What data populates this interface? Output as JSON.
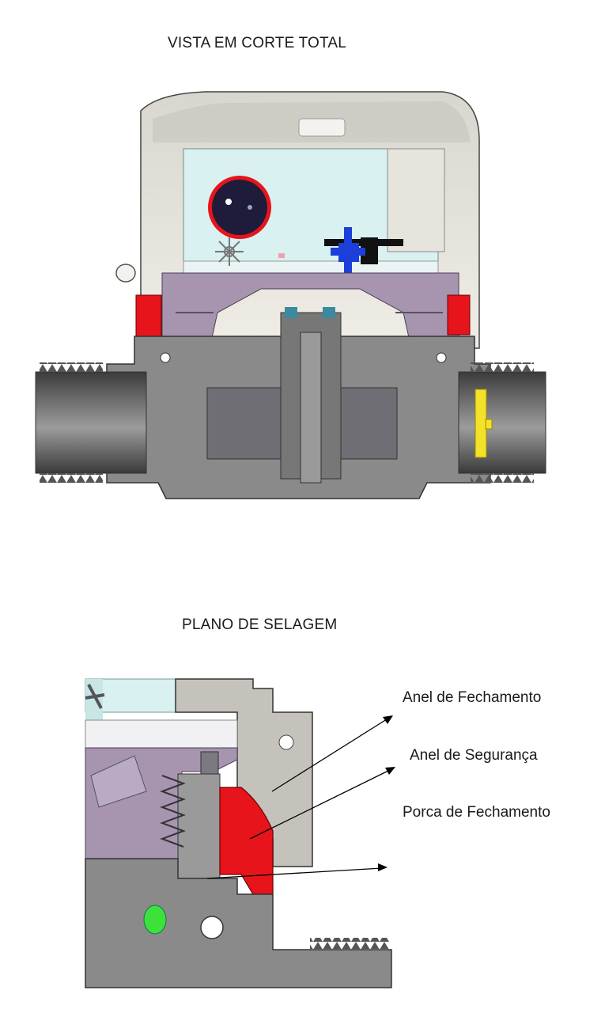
{
  "section_full_cut": {
    "title": "VISTA EM CORTE TOTAL"
  },
  "section_seal": {
    "title": "PLANO DE SELAGEM",
    "callouts": [
      "Anel de Fechamento",
      "Anel de Segurança",
      "Porca de Fechamento"
    ]
  },
  "colors": {
    "body_gray": "#8a8a8a",
    "dark_gray": "#5e5e5e",
    "cover": "#e7e5dd",
    "cover_shade": "#c9c7bf",
    "cyan_chamber": "#d9f1f0",
    "purple": "#a795b0",
    "ring_red": "#e8141b",
    "oring_green": "#3ee03a",
    "gear_navy": "#1e1c3a",
    "shaft_blue": "#1c3fd9",
    "filter_yellow": "#f4e22a"
  }
}
